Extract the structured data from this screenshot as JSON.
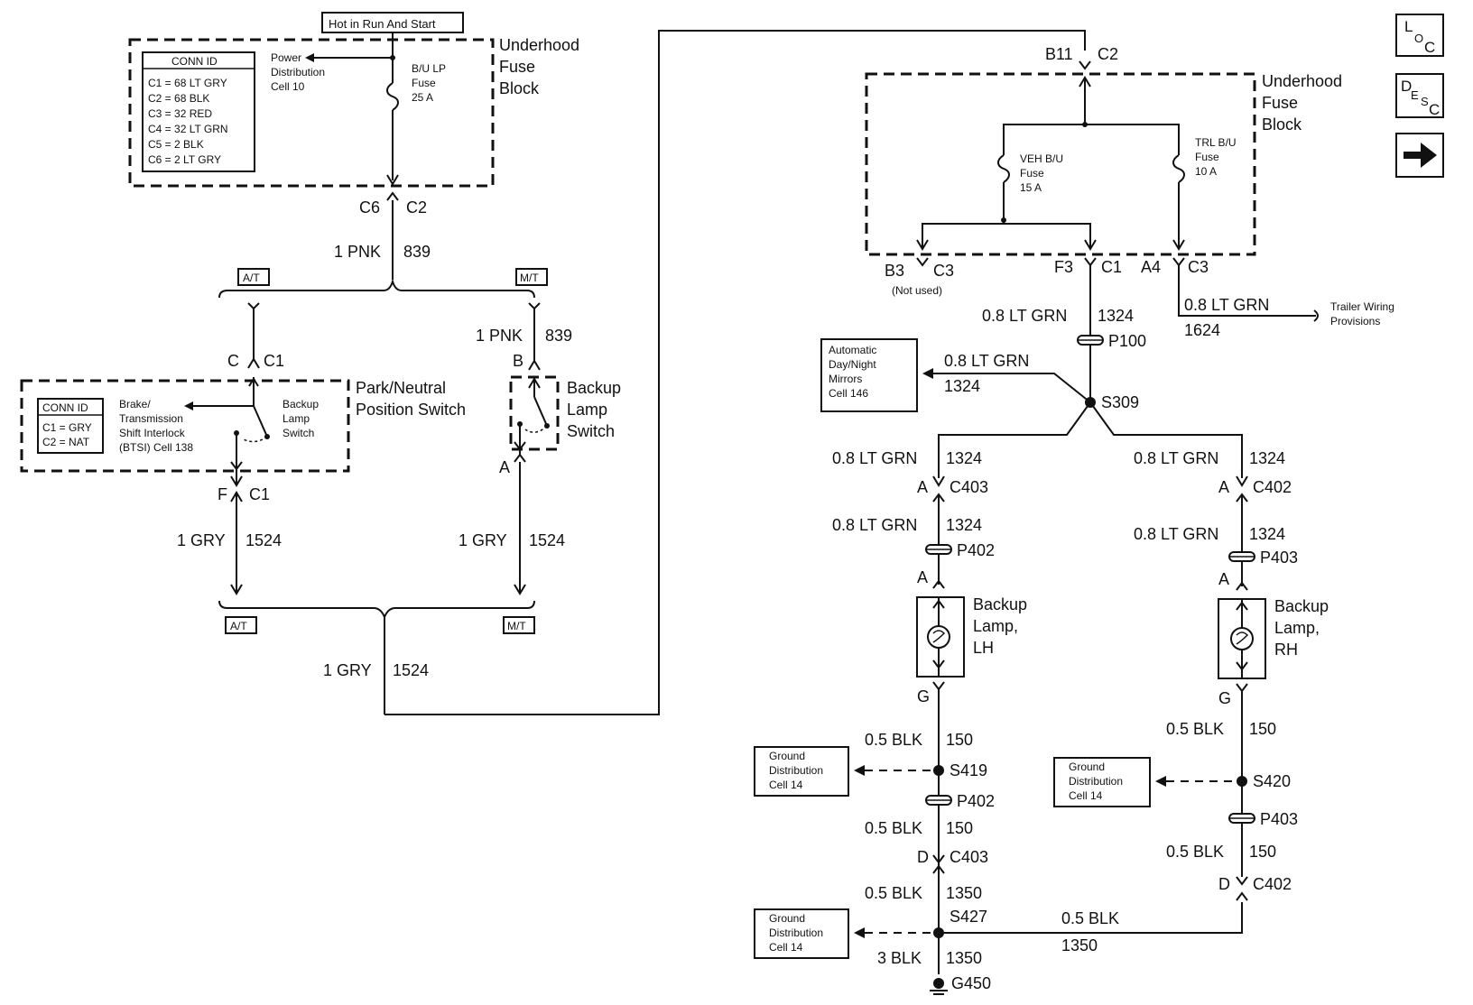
{
  "nav": {
    "loc": {
      "l": "L",
      "o": "O",
      "c": "C"
    },
    "desc": {
      "d": "D",
      "e": "E",
      "s": "S",
      "c": "C"
    },
    "next": "→"
  },
  "left": {
    "hot_label": "Hot in Run And Start",
    "conn_title": "CONN ID",
    "conn_rows": [
      "C1 = 68 LT GRY",
      "C2 = 68 BLK",
      "C3 = 32 RED",
      "C4 = 32 LT GRN",
      "C5 = 2 BLK",
      "C6 = 2 LT GRY"
    ],
    "power_dist": [
      "Power",
      "Distribution",
      "Cell 10"
    ],
    "fuse": [
      "B/U LP",
      "Fuse",
      "25 A"
    ],
    "fuse_block": [
      "Underhood",
      "Fuse",
      "Block"
    ],
    "c6": "C6",
    "c2": "C2",
    "wire_839_size": "1 PNK",
    "wire_839_num": "839",
    "at": "A/T",
    "mt": "M/T",
    "pn_c": "C",
    "pn_c1": "C1",
    "pnk_right_size": "1 PNK",
    "pnk_right_num": "839",
    "b": "B",
    "conn2_title": "CONN ID",
    "conn2_rows": [
      "C1 = GRY",
      "C2 = NAT"
    ],
    "btsi": [
      "Brake/",
      "Transmission",
      "Shift Interlock",
      "(BTSI) Cell 138"
    ],
    "backup_sw_inner": [
      "Backup",
      "Lamp",
      "Switch"
    ],
    "pn_switch": [
      "Park/Neutral",
      "Position Switch"
    ],
    "backup_sw": [
      "Backup",
      "Lamp",
      "Switch"
    ],
    "a": "A",
    "f": "F",
    "f_c1": "C1",
    "gry_left_size": "1 GRY",
    "gry_left_num": "1524",
    "gry_right_size": "1 GRY",
    "gry_right_num": "1524",
    "gry_bottom_size": "1 GRY",
    "gry_bottom_num": "1524"
  },
  "right": {
    "b11": "B11",
    "c2": "C2",
    "fuse_block": [
      "Underhood",
      "Fuse",
      "Block"
    ],
    "veh_fuse": [
      "VEH B/U",
      "Fuse",
      "15 A"
    ],
    "trl_fuse": [
      "TRL B/U",
      "Fuse",
      "10 A"
    ],
    "b3": "B3",
    "b3_c3": "C3",
    "not_used": "(Not used)",
    "f3": "F3",
    "f3_c1": "C1",
    "a4": "A4",
    "a4_c3": "C3",
    "wire_top_size": "0.8 LT GRN",
    "wire_top_num": "1324",
    "trailer_size": "0.8 LT GRN",
    "trailer_num": "1624",
    "trailer_label": [
      "Trailer Wiring",
      "Provisions"
    ],
    "p100": "P100",
    "mirrors": [
      "Automatic",
      "Day/Night",
      "Mirrors",
      "Cell 146"
    ],
    "mirror_wire_size": "0.8 LT GRN",
    "mirror_wire_num": "1324",
    "s309": "S309",
    "lh_wire1_size": "0.8 LT GRN",
    "lh_wire1_num": "1324",
    "rh_wire1_size": "0.8 LT GRN",
    "rh_wire1_num": "1324",
    "lh_a": "A",
    "c403": "C403",
    "rh_a": "A",
    "c402": "C402",
    "lh_wire2_size": "0.8 LT GRN",
    "lh_wire2_num": "1324",
    "rh_wire2_size": "0.8 LT GRN",
    "rh_wire2_num": "1324",
    "p402": "P402",
    "p403": "P403",
    "lh_a2": "A",
    "rh_a2": "A",
    "lamp_lh": [
      "Backup",
      "Lamp,",
      "LH"
    ],
    "lamp_rh": [
      "Backup",
      "Lamp,",
      "RH"
    ],
    "lh_g": "G",
    "rh_g": "G",
    "lh_blk1_size": "0.5 BLK",
    "lh_blk1_num": "150",
    "rh_blk1_size": "0.5 BLK",
    "rh_blk1_num": "150",
    "ground_dist_1": [
      "Ground",
      "Distribution",
      "Cell 14"
    ],
    "ground_dist_2": [
      "Ground",
      "Distribution",
      "Cell 14"
    ],
    "ground_dist_3": [
      "Ground",
      "Distribution",
      "Cell 14"
    ],
    "s419": "S419",
    "s420": "S420",
    "p402b": "P402",
    "p403b": "P403",
    "lh_blk2_size": "0.5 BLK",
    "lh_blk2_num": "150",
    "rh_blk2_size": "0.5 BLK",
    "rh_blk2_num": "150",
    "lh_d": "D",
    "c403b": "C403",
    "rh_d": "D",
    "c402b": "C402",
    "blk1350_size": "0.5 BLK",
    "blk1350_num": "1350",
    "s427": "S427",
    "cross_size": "0.5 BLK",
    "cross_num": "1350",
    "blk3_size": "3 BLK",
    "blk3_num": "1350",
    "g450": "G450"
  }
}
